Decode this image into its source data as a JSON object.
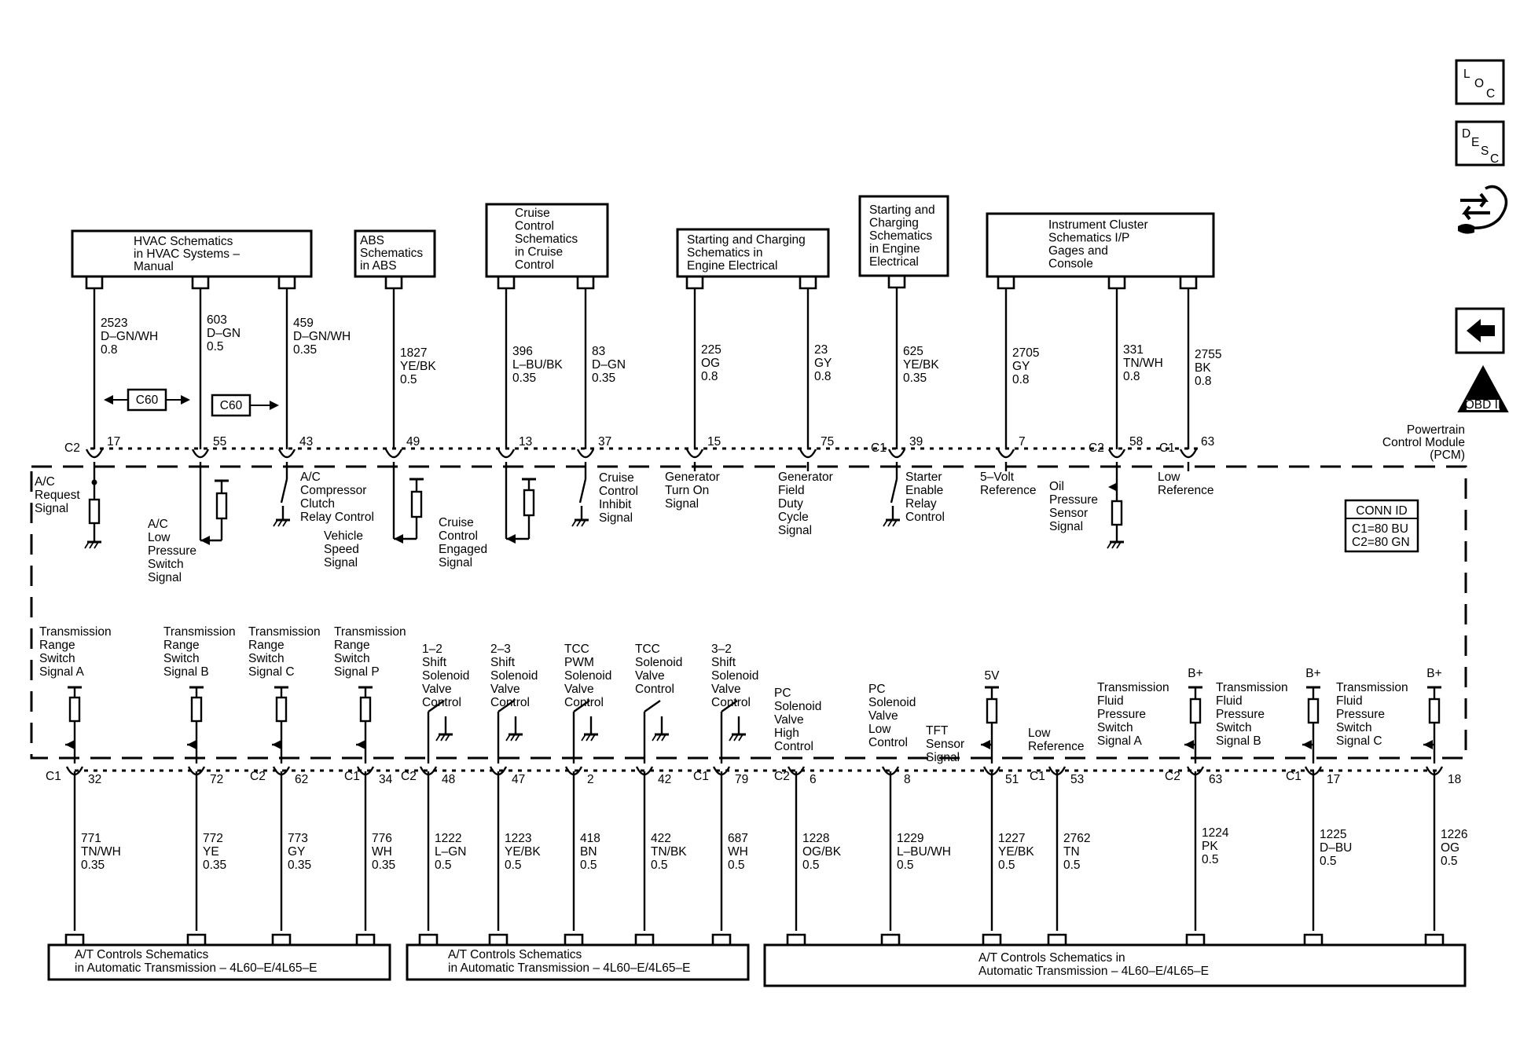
{
  "side_icons": [
    {
      "name": "loc-icon",
      "letters": [
        "L",
        "O",
        "C"
      ]
    },
    {
      "name": "desc-icon",
      "letters": [
        "D",
        "E",
        "S",
        "C"
      ]
    },
    {
      "name": "harness-icon"
    },
    {
      "name": "back-arrow-icon"
    },
    {
      "name": "obd-ii-icon",
      "roman": "II",
      "caption": "OBD II"
    }
  ],
  "top_refs": [
    {
      "lines": [
        "HVAC Schematics",
        "in HVAC Systems –",
        "Manual"
      ]
    },
    {
      "lines": [
        "ABS",
        "Schematics",
        "in ABS"
      ]
    },
    {
      "lines": [
        "Cruise",
        "Control",
        "Schematics",
        "in Cruise",
        "Control"
      ]
    },
    {
      "lines": [
        "Starting and Charging",
        "Schematics in",
        "Engine Electrical"
      ]
    },
    {
      "lines": [
        "Starting and",
        "Charging",
        "Schematics",
        "in Engine",
        "Electrical"
      ]
    },
    {
      "lines": [
        "Instrument Cluster",
        "Schematics I/P",
        "Gages and",
        "Console"
      ]
    }
  ],
  "bottom_refs": [
    {
      "lines": [
        "A/T Controls Schematics",
        "in Automatic Transmission – 4L60–E/4L65–E"
      ]
    },
    {
      "lines": [
        "A/T Controls Schematics",
        "in Automatic Transmission – 4L60–E/4L65–E"
      ]
    },
    {
      "lines": [
        "A/T Controls Schematics in",
        "Automatic Transmission – 4L60–E/4L65–E"
      ]
    }
  ],
  "top_wires": [
    {
      "circuit": "2523",
      "color": "D–GN/WH",
      "gauge": "0.8",
      "conn": "C2",
      "pin": "17",
      "label": [
        "A/C",
        "Request",
        "Signal"
      ]
    },
    {
      "circuit": "603",
      "color": "D–GN",
      "gauge": "0.5",
      "conn": "",
      "pin": "55",
      "label": [
        "A/C",
        "Low",
        "Pressure",
        "Switch",
        "Signal"
      ]
    },
    {
      "circuit": "459",
      "color": "D–GN/WH",
      "gauge": "0.35",
      "conn": "",
      "pin": "43",
      "label": [
        "A/C",
        "Compressor",
        "Clutch",
        "Relay Control"
      ]
    },
    {
      "circuit": "1827",
      "color": "YE/BK",
      "gauge": "0.5",
      "conn": "",
      "pin": "49",
      "label": [
        "Vehicle",
        "Speed",
        "Signal"
      ]
    },
    {
      "circuit": "396",
      "color": "L–BU/BK",
      "gauge": "0.35",
      "conn": "",
      "pin": "13",
      "label": [
        "Cruise",
        "Control",
        "Engaged",
        "Signal"
      ]
    },
    {
      "circuit": "83",
      "color": "D–GN",
      "gauge": "0.35",
      "conn": "",
      "pin": "37",
      "label": [
        "Cruise",
        "Control",
        "Inhibit",
        "Signal"
      ]
    },
    {
      "circuit": "225",
      "color": "OG",
      "gauge": "0.8",
      "conn": "",
      "pin": "15",
      "label": [
        "Generator",
        "Turn On",
        "Signal"
      ]
    },
    {
      "circuit": "23",
      "color": "GY",
      "gauge": "0.8",
      "conn": "",
      "pin": "75",
      "label": [
        "Generator",
        "Field",
        "Duty",
        "Cycle",
        "Signal"
      ]
    },
    {
      "circuit": "625",
      "color": "YE/BK",
      "gauge": "0.35",
      "conn": "C1",
      "pin": "39",
      "label": [
        "Starter",
        "Enable",
        "Relay",
        "Control"
      ]
    },
    {
      "circuit": "2705",
      "color": "GY",
      "gauge": "0.8",
      "conn": "",
      "pin": "7",
      "label": [
        "5–Volt",
        "Reference"
      ]
    },
    {
      "circuit": "331",
      "color": "TN/WH",
      "gauge": "0.8",
      "conn": "C2",
      "pin": "58",
      "label": [
        "Oil",
        "Pressure",
        "Sensor",
        "Signal"
      ]
    },
    {
      "circuit": "2755",
      "color": "BK",
      "gauge": "0.8",
      "conn": "C1",
      "pin": "63",
      "label": [
        "Low",
        "Reference"
      ]
    }
  ],
  "bottom_wires": [
    {
      "circuit": "771",
      "color": "TN/WH",
      "gauge": "0.35",
      "conn": "C1",
      "pin": "32",
      "label": [
        "Transmission",
        "Range",
        "Switch",
        "Signal A"
      ]
    },
    {
      "circuit": "772",
      "color": "YE",
      "gauge": "0.35",
      "conn": "",
      "pin": "72",
      "label": [
        "Transmission",
        "Range",
        "Switch",
        "Signal B"
      ]
    },
    {
      "circuit": "773",
      "color": "GY",
      "gauge": "0.35",
      "conn": "C2",
      "pin": "62",
      "label": [
        "Transmission",
        "Range",
        "Switch",
        "Signal C"
      ]
    },
    {
      "circuit": "776",
      "color": "WH",
      "gauge": "0.35",
      "conn": "C1",
      "pin": "34",
      "label": [
        "Transmission",
        "Range",
        "Switch",
        "Signal P"
      ]
    },
    {
      "circuit": "1222",
      "color": "L–GN",
      "gauge": "0.5",
      "conn": "C2",
      "pin": "48",
      "label": [
        "1–2",
        "Shift",
        "Solenoid",
        "Valve",
        "Control"
      ]
    },
    {
      "circuit": "1223",
      "color": "YE/BK",
      "gauge": "0.5",
      "conn": "",
      "pin": "47",
      "label": [
        "2–3",
        "Shift",
        "Solenoid",
        "Valve",
        "Control"
      ]
    },
    {
      "circuit": "418",
      "color": "BN",
      "gauge": "0.5",
      "conn": "",
      "pin": "2",
      "label": [
        "TCC",
        "PWM",
        "Solenoid",
        "Valve",
        "Control"
      ]
    },
    {
      "circuit": "422",
      "color": "TN/BK",
      "gauge": "0.5",
      "conn": "",
      "pin": "42",
      "label": [
        "TCC",
        "Solenoid",
        "Valve",
        "Control"
      ]
    },
    {
      "circuit": "687",
      "color": "WH",
      "gauge": "0.5",
      "conn": "C1",
      "pin": "79",
      "label": [
        "3–2",
        "Shift",
        "Solenoid",
        "Valve",
        "Control"
      ]
    },
    {
      "circuit": "1228",
      "color": "OG/BK",
      "gauge": "0.5",
      "conn": "C2",
      "pin": "6",
      "label": [
        "PC",
        "Solenoid",
        "Valve",
        "High",
        "Control"
      ]
    },
    {
      "circuit": "1229",
      "color": "L–BU/WH",
      "gauge": "0.5",
      "conn": "",
      "pin": "8",
      "label": [
        "PC",
        "Solenoid",
        "Valve",
        "Low",
        "Control"
      ]
    },
    {
      "circuit": "1227",
      "color": "YE/BK",
      "gauge": "0.5",
      "conn": "",
      "pin": "51",
      "label": [
        "TFT",
        "Sensor",
        "Signal"
      ]
    },
    {
      "circuit": "2762",
      "color": "TN",
      "gauge": "0.5",
      "conn": "C1",
      "pin": "53",
      "label": [
        "Low",
        "Reference"
      ]
    },
    {
      "circuit": "1224",
      "color": "PK",
      "gauge": "0.5",
      "conn": "C2",
      "pin": "63",
      "label": [
        "Transmission",
        "Fluid",
        "Pressure",
        "Switch",
        "Signal A"
      ]
    },
    {
      "circuit": "1225",
      "color": "D–BU",
      "gauge": "0.5",
      "conn": "C1",
      "pin": "17",
      "label": [
        "Transmission",
        "Fluid",
        "Pressure",
        "Switch",
        "Signal B"
      ]
    },
    {
      "circuit": "1226",
      "color": "OG",
      "gauge": "0.5",
      "conn": "",
      "pin": "18",
      "label": [
        "Transmission",
        "Fluid",
        "Pressure",
        "Switch",
        "Signal C"
      ]
    }
  ],
  "splice_tags": [
    "C60",
    "C60"
  ],
  "supply_labels": [
    "5V",
    "B+",
    "B+",
    "B+"
  ],
  "module": {
    "lines": [
      "Powertrain",
      "Control Module",
      "(PCM)"
    ]
  },
  "conn_id": {
    "title": "CONN ID",
    "lines": [
      "C1=80 BU",
      "C2=80 GN"
    ]
  }
}
